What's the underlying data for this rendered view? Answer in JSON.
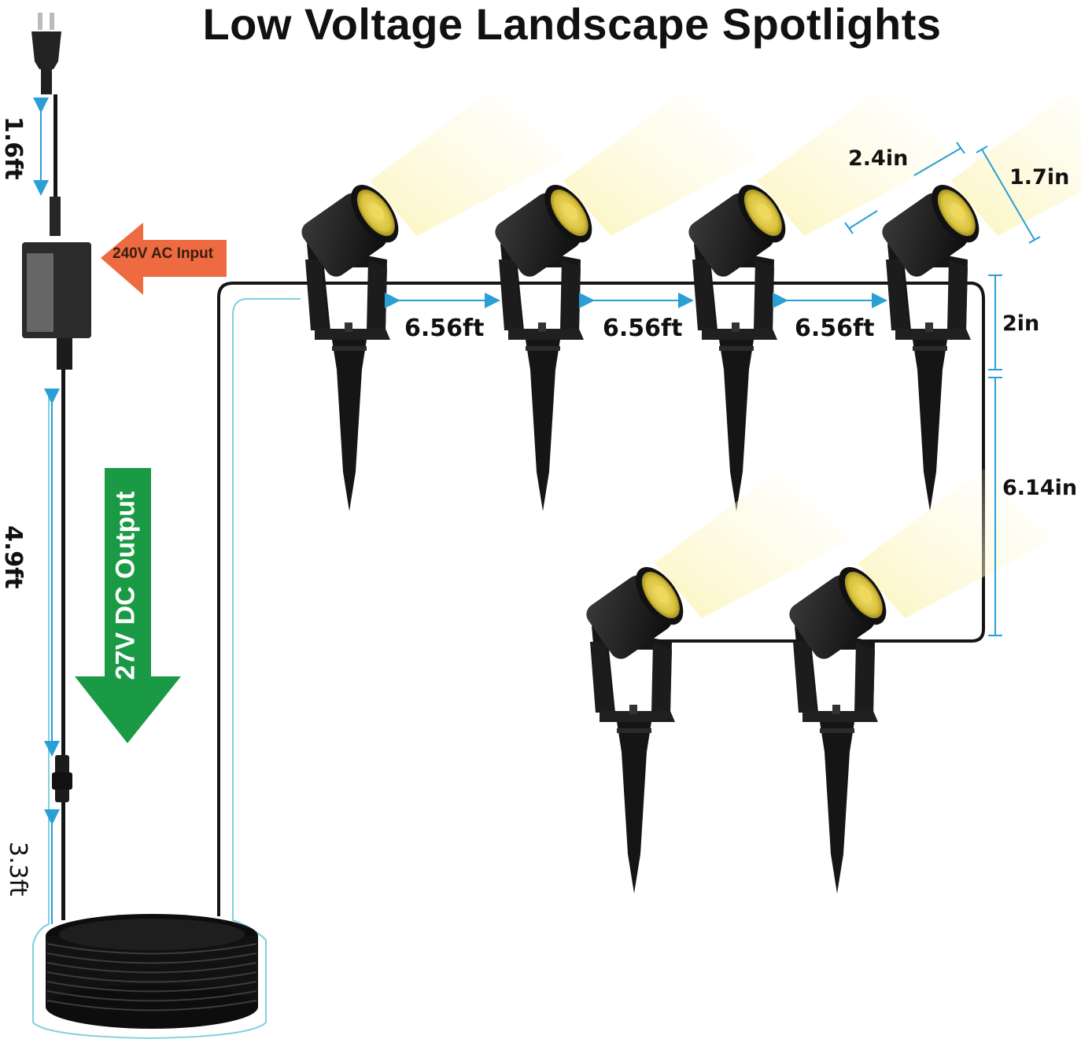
{
  "title": "Low Voltage Landscape Spotlights",
  "power": {
    "input_label": "240V AC Input",
    "output_label": "27V DC Output",
    "input_arrow_color": "#ee6a40",
    "output_arrow_color": "#1a9a44"
  },
  "cable_lengths": {
    "plug_to_adapter": "1.6ft",
    "adapter_to_connector": "4.9ft",
    "connector_to_coil": "3.3ft"
  },
  "light_spacing": [
    "6.56ft",
    "6.56ft",
    "6.56ft"
  ],
  "light_dimensions": {
    "head_length": "2.4in",
    "head_diameter": "1.7in",
    "bracket_height": "2in",
    "stake_length": "6.14in"
  },
  "light_count": 6,
  "colors": {
    "dimension_line": "#2a9fd6",
    "cable": "#1a1a1a",
    "lens": "#e8d24a",
    "beam": "#fbf6c8"
  }
}
